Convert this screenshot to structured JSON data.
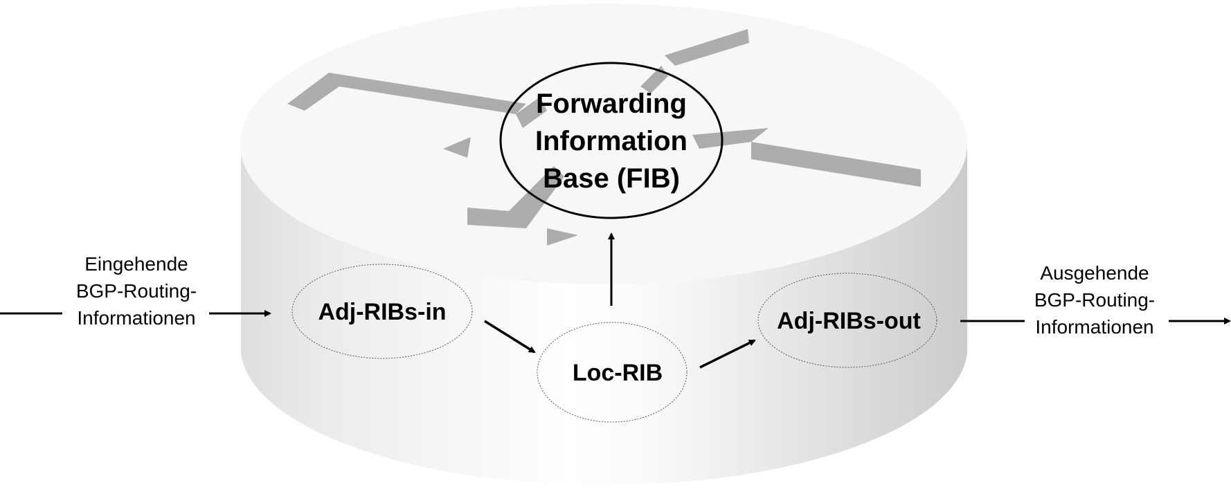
{
  "diagram": {
    "type": "bgp-rib-flow",
    "device": "router",
    "nodes": {
      "fib": {
        "lines": [
          "Forwarding",
          "Information",
          "Base (FIB)"
        ],
        "border": "solid"
      },
      "adj_ribs_in": {
        "label": "Adj-RIBs-in",
        "border": "dotted"
      },
      "loc_rib": {
        "label": "Loc-RIB",
        "border": "dotted"
      },
      "adj_ribs_out": {
        "label": "Adj-RIBs-out",
        "border": "dotted"
      }
    },
    "inputs": {
      "incoming": {
        "lines": [
          "Eingehende",
          "BGP-Routing-",
          "Informationen"
        ]
      }
    },
    "outputs": {
      "outgoing": {
        "lines": [
          "Ausgehende",
          "BGP-Routing-",
          "Informationen"
        ]
      }
    },
    "edges": [
      {
        "from": "incoming",
        "to": "adj_ribs_in"
      },
      {
        "from": "adj_ribs_in",
        "to": "loc_rib"
      },
      {
        "from": "loc_rib",
        "to": "fib"
      },
      {
        "from": "loc_rib",
        "to": "adj_ribs_out"
      },
      {
        "from": "adj_ribs_out",
        "to": "outgoing"
      }
    ],
    "colors": {
      "ink": "#000000",
      "router_top": "#f7f7f7",
      "router_side_dark": "#d2d2d2",
      "router_side_light": "#ffffff",
      "router_icon_shadow": "#a9a9a9"
    }
  }
}
